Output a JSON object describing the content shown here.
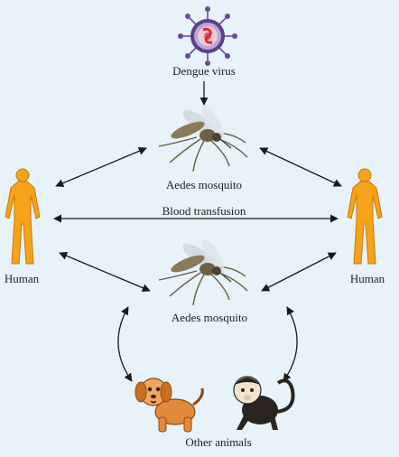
{
  "labels": {
    "virus": "Dengue virus",
    "mosquito_top": "Aedes mosquito",
    "mosquito_bottom": "Aedes mosquito",
    "transfusion": "Blood transfusion",
    "human_left": "Human",
    "human_right": "Human",
    "animals": "Other animals"
  },
  "colors": {
    "background": "#e7f3f8",
    "arrow": "#1a1a1a",
    "human_fill": "#f7a21b",
    "human_stroke": "#c87a0a",
    "virus_purple": "#6b4a9b",
    "virus_red": "#d7263d",
    "mosquito_body": "#8a7a5a",
    "dog_fill": "#e28a3c",
    "monkey_dark": "#2a2420"
  },
  "icons": [
    "virus-icon",
    "mosquito-icon",
    "human-icon",
    "dog-icon",
    "monkey-icon"
  ]
}
